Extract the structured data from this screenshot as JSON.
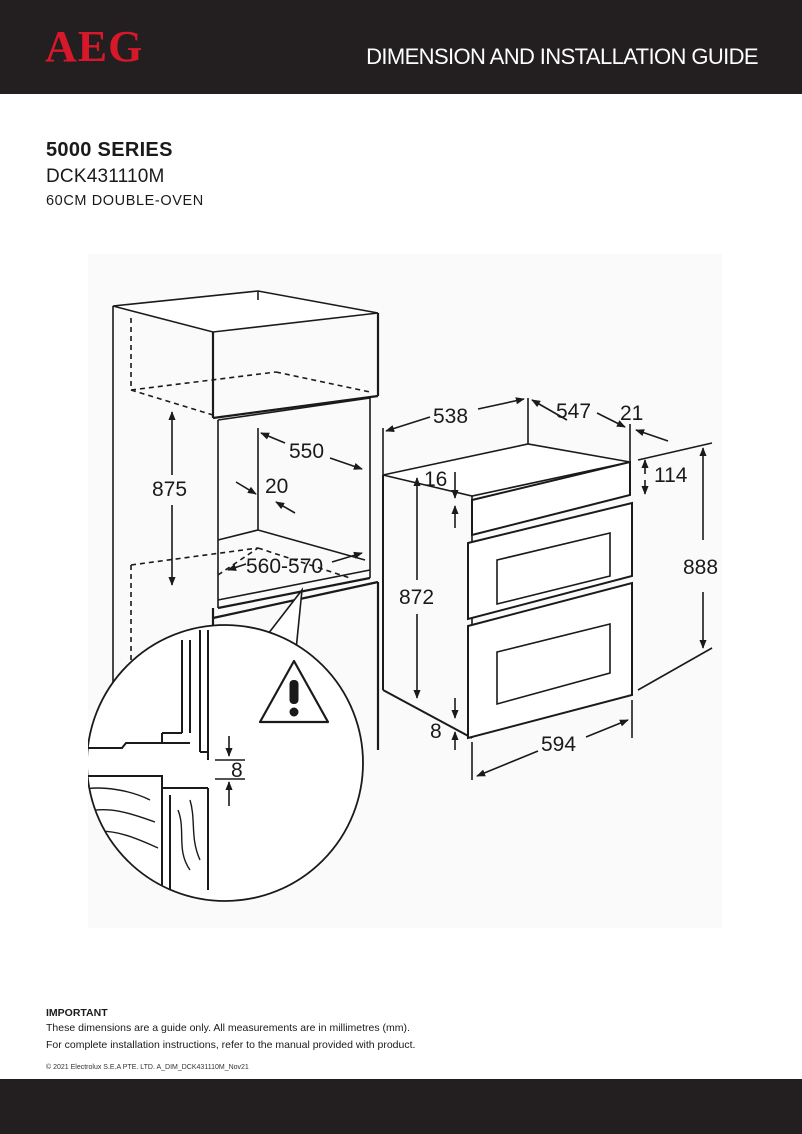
{
  "header": {
    "logo": "AEG",
    "title": "DIMENSION AND INSTALLATION GUIDE"
  },
  "product": {
    "series": "5000 SERIES",
    "model": "DCK431110M",
    "description": "60CM DOUBLE-OVEN"
  },
  "diagram": {
    "dims": {
      "d875": "875",
      "d550": "550",
      "d20": "20",
      "d560_570": "560-570",
      "d8_detail": "8",
      "d538": "538",
      "d547": "547",
      "d21": "21",
      "d16": "16",
      "d114": "114",
      "d888": "888",
      "d872": "872",
      "d8_bottom": "8",
      "d594": "594"
    },
    "warning_icon": "warning-triangle-icon"
  },
  "notes": {
    "heading": "IMPORTANT",
    "line1": "These dimensions are a guide only. All measurements are in millimetres (mm).",
    "line2": "For complete installation instructions, refer to the manual provided with product."
  },
  "copyright": "© 2021 Electrolux S.E.A PTE. LTD. A_DIM_DCK431110M_Nov21",
  "colors": {
    "header_bg": "#231f20",
    "brand_red": "#d7182a"
  }
}
